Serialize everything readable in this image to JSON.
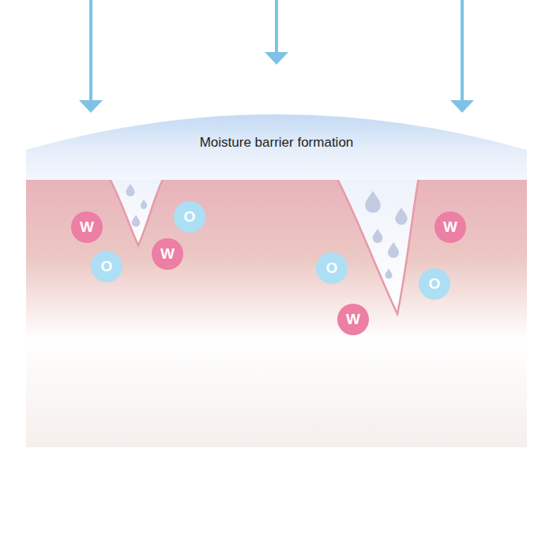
{
  "diagram": {
    "nodes": [
      {
        "text": [
          "Moisture barrier formation"
        ]
      },
      {
        "text": [
          "O"
        ]
      },
      {
        "text": [
          "W"
        ]
      },
      {
        "text": [
          "W"
        ]
      },
      {
        "text": [
          "W"
        ]
      },
      {
        "text": [
          "O"
        ]
      },
      {
        "text": [
          "O"
        ]
      },
      {
        "text": [
          "O"
        ]
      },
      {
        "text": [
          "W"
        ]
      }
    ]
  }
}
